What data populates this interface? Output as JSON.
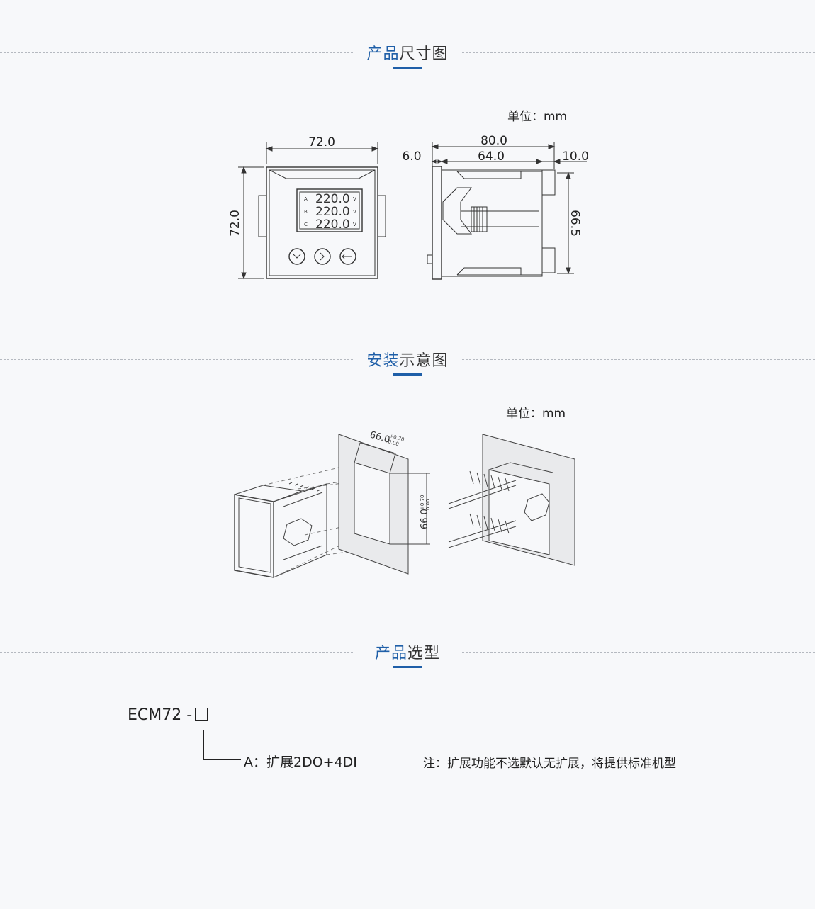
{
  "sections": [
    {
      "title_hl": "产品",
      "title_rest": "尺寸图"
    },
    {
      "title_hl": "安装",
      "title_rest": "示意图"
    },
    {
      "title_hl": "产品",
      "title_rest": "选型"
    }
  ],
  "dimensions": {
    "unit_label": "单位：mm",
    "front_width": "72.0",
    "front_height": "72.0",
    "side_total": "80.0",
    "side_body": "64.0",
    "side_front": "6.0",
    "side_rear": "10.0",
    "side_height": "66.5",
    "display_rows": [
      {
        "phase": "A",
        "value": "220.0",
        "unit": "V"
      },
      {
        "phase": "B",
        "value": "220.0",
        "unit": "V"
      },
      {
        "phase": "C",
        "value": "220.0",
        "unit": "V"
      }
    ]
  },
  "installation": {
    "unit_label": "单位：mm",
    "cutout_width": "66.0",
    "cutout_height": "66.0",
    "tol_plus": "+0.70",
    "tol_minus": "0.00"
  },
  "selection": {
    "model": "ECM72 -",
    "option": "A：扩展2DO+4DI",
    "note": "注：扩展功能不选默认无扩展，将提供标准机型"
  },
  "colors": {
    "accent": "#1f5fa8"
  }
}
